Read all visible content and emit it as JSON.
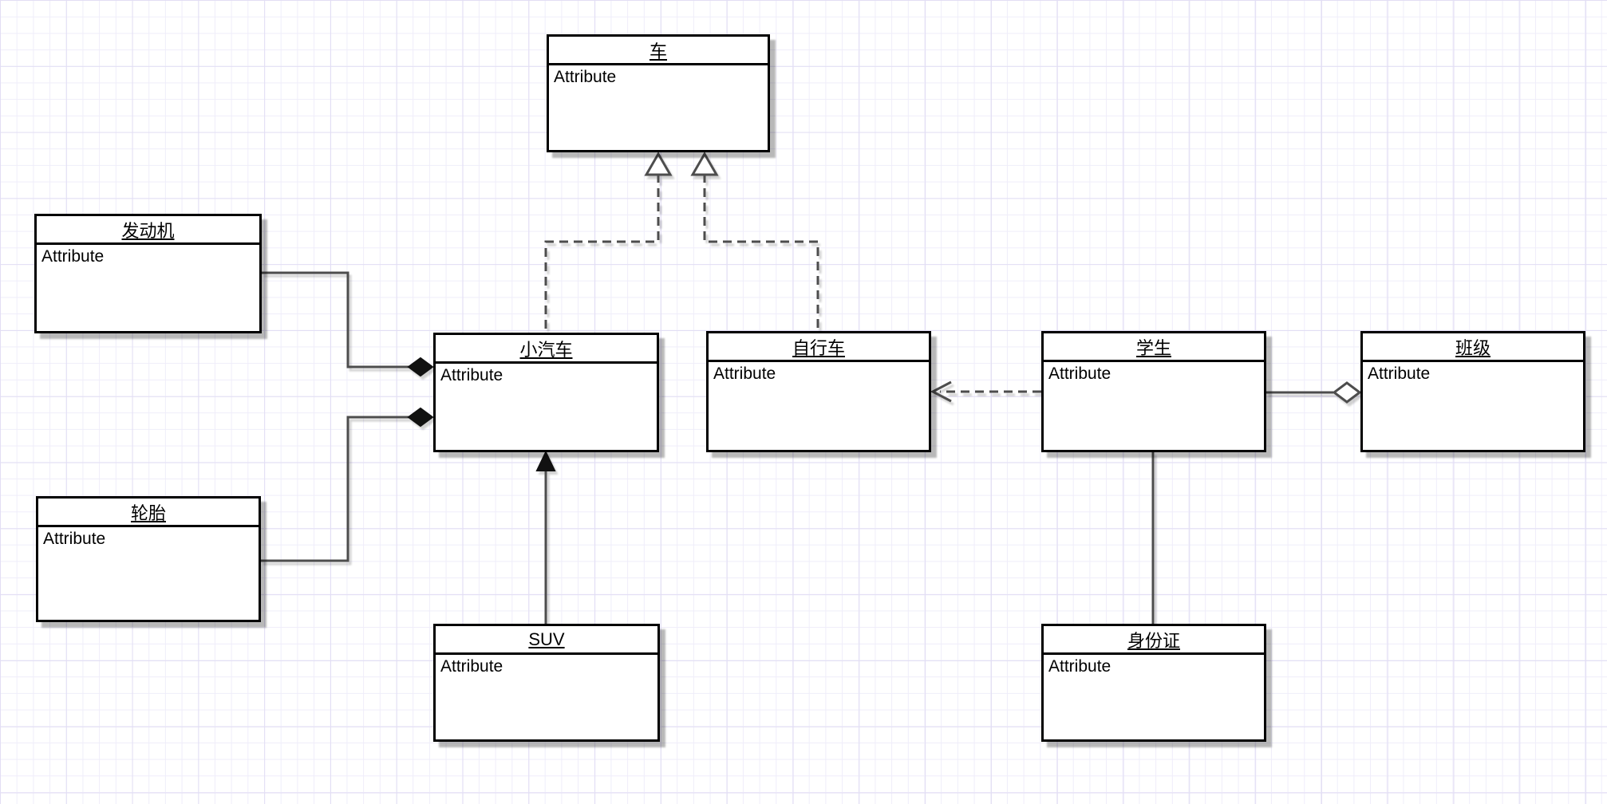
{
  "diagram": {
    "kind": "uml-class-diagram",
    "colors": {
      "background": "#ffffff",
      "grid_minor": "#efedfa",
      "grid_major": "#e2def4",
      "box_border": "#000000",
      "edge": "#4d4d4d",
      "marker_fill_solid": "#111111",
      "marker_fill_hollow": "#ffffff"
    },
    "classes": [
      {
        "id": "che",
        "title": "车",
        "attribute": "Attribute"
      },
      {
        "id": "fadongji",
        "title": "发动机",
        "attribute": "Attribute"
      },
      {
        "id": "xiaoqiche",
        "title": "小汽车",
        "attribute": "Attribute"
      },
      {
        "id": "zixingche",
        "title": "自行车",
        "attribute": "Attribute"
      },
      {
        "id": "xuesheng",
        "title": "学生",
        "attribute": "Attribute"
      },
      {
        "id": "banji",
        "title": "班级",
        "attribute": "Attribute"
      },
      {
        "id": "luntai",
        "title": "轮胎",
        "attribute": "Attribute"
      },
      {
        "id": "suv",
        "title": "SUV",
        "attribute": "Attribute"
      },
      {
        "id": "shenfenzheng",
        "title": "身份证",
        "attribute": "Attribute"
      }
    ],
    "edges": [
      {
        "from": "xiaoqiche",
        "to": "che",
        "type": "realization"
      },
      {
        "from": "zixingche",
        "to": "che",
        "type": "realization"
      },
      {
        "from": "fadongji",
        "to": "xiaoqiche",
        "type": "composition"
      },
      {
        "from": "luntai",
        "to": "xiaoqiche",
        "type": "composition"
      },
      {
        "from": "suv",
        "to": "xiaoqiche",
        "type": "generalization"
      },
      {
        "from": "xuesheng",
        "to": "zixingche",
        "type": "dependency"
      },
      {
        "from": "xuesheng",
        "to": "banji",
        "type": "aggregation"
      },
      {
        "from": "xuesheng",
        "to": "shenfenzheng",
        "type": "association"
      }
    ]
  }
}
